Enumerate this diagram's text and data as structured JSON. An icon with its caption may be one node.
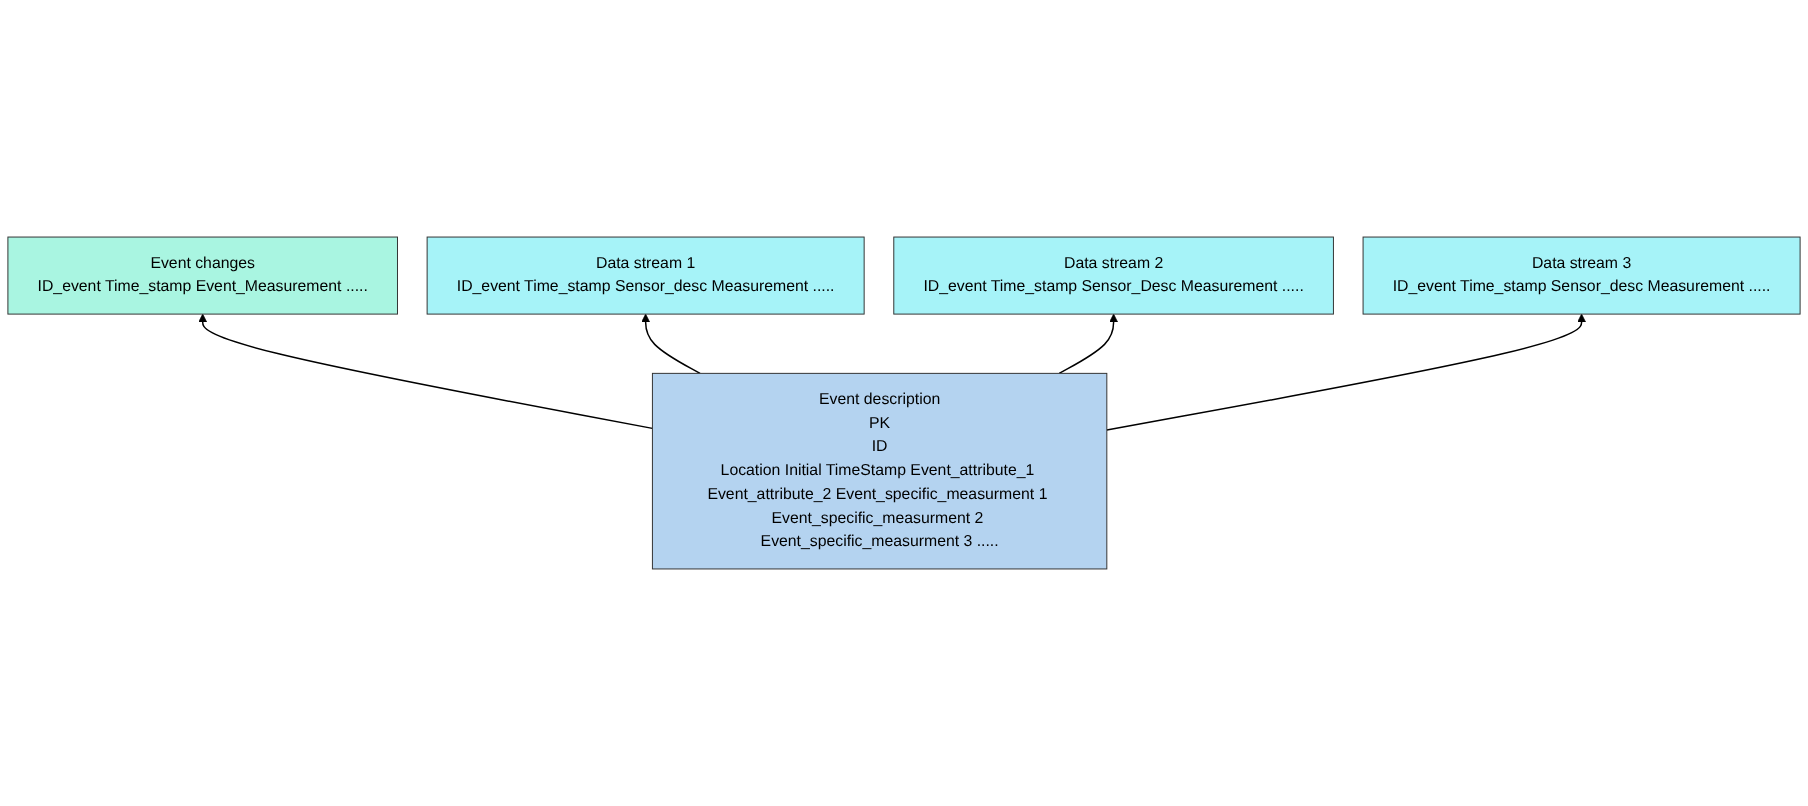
{
  "diagram": {
    "nodes": [
      {
        "text": [
          "Event changes",
          "ID_event Time_stamp Event_Measurement ....."
        ]
      },
      {
        "text": [
          "Data stream 1",
          "ID_event Time_stamp Sensor_desc Measurement ....."
        ]
      },
      {
        "text": [
          "Data stream 2",
          "ID_event Time_stamp Sensor_Desc Measurement ....."
        ]
      },
      {
        "text": [
          "Data stream 3",
          "ID_event Time_stamp Sensor_desc Measurement ....."
        ]
      },
      {
        "text": [
          "Event description",
          "PK",
          "ID",
          "Location Initial TimeStamp Event_attribute_1 Event_attribute_2 Event_specific_measurment 1 Event_specific_measurment 2 Event_specific_measurment 3 ....."
        ]
      }
    ],
    "edges": [
      {
        "from": 4,
        "to": 0,
        "arrow": "to"
      },
      {
        "from": 4,
        "to": 1,
        "arrow": "to"
      },
      {
        "from": 4,
        "to": 2,
        "arrow": "to"
      },
      {
        "from": 4,
        "to": 3,
        "arrow": "to"
      }
    ]
  }
}
